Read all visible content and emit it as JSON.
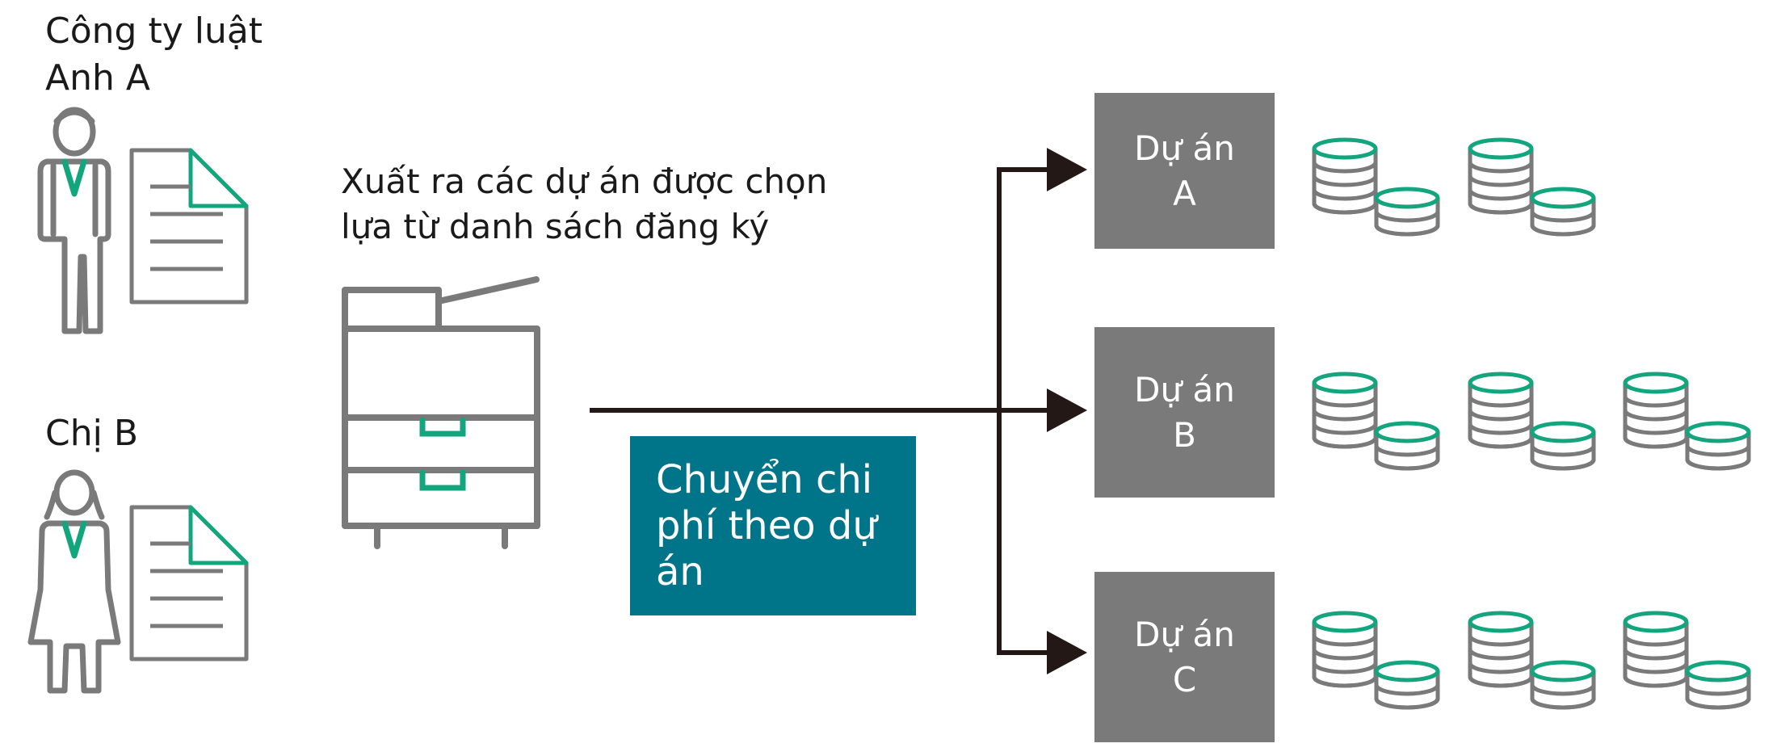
{
  "people": [
    {
      "label_lines": [
        "Công ty luật",
        "Anh A"
      ]
    },
    {
      "label_lines": [
        "Chị B"
      ]
    }
  ],
  "output_caption": [
    "Xuất ra các dự án được chọn",
    "lựa từ danh sách đăng ký"
  ],
  "cost_transfer": [
    "Chuyển chi",
    "phí theo dự",
    "án"
  ],
  "projects": [
    {
      "title": "Dự án",
      "letter": "A",
      "coin_stacks": 2
    },
    {
      "title": "Dự án",
      "letter": "B",
      "coin_stacks": 3
    },
    {
      "title": "Dự án",
      "letter": "C",
      "coin_stacks": 3
    }
  ],
  "colors": {
    "accent_green": "#13a57e",
    "cost_box": "#00758a",
    "project_box": "#7a7a7a",
    "icon_gray": "#7a7a7a",
    "arrow": "#231815"
  }
}
